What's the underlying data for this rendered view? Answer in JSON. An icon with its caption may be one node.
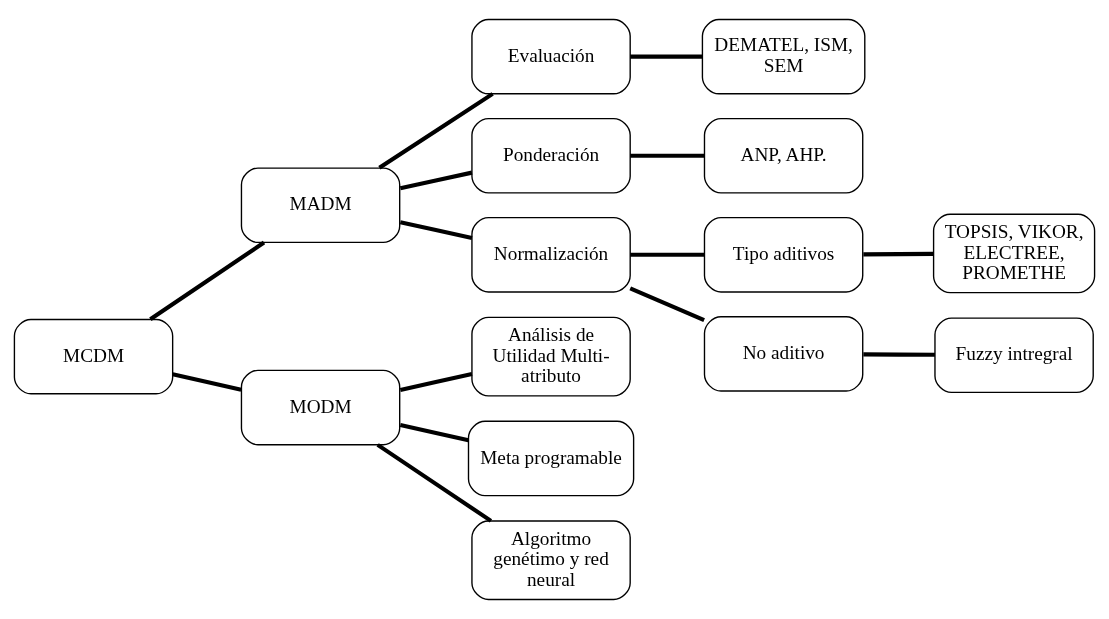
{
  "diagram": {
    "nodes": [
      {
        "text": [
          "MCDM"
        ]
      },
      {
        "text": [
          "MADM"
        ]
      },
      {
        "text": [
          "Evaluación"
        ]
      },
      {
        "text": [
          "DEMATEL, ISM, SEM"
        ]
      },
      {
        "text": [
          "Ponderación"
        ]
      },
      {
        "text": [
          "ANP, AHP."
        ]
      },
      {
        "text": [
          "Normalización"
        ]
      },
      {
        "text": [
          "Tipo aditivos"
        ]
      },
      {
        "text": [
          "TOPSIS, VIKOR, ELECTREE, PROMETHE"
        ]
      },
      {
        "text": [
          "No aditivo"
        ]
      },
      {
        "text": [
          "Fuzzy intregral"
        ]
      },
      {
        "text": [
          "MODM"
        ]
      },
      {
        "text": [
          "Análisis de Utilidad Multi-atributo"
        ]
      },
      {
        "text": [
          "Meta programable"
        ]
      },
      {
        "text": [
          "Algoritmo genétimo y red neural"
        ]
      }
    ],
    "edges": [
      {
        "from": 0,
        "to": 1,
        "arrow": "none"
      },
      {
        "from": 1,
        "to": 2,
        "arrow": "none"
      },
      {
        "from": 2,
        "to": 3,
        "arrow": "none"
      },
      {
        "from": 1,
        "to": 4,
        "arrow": "none"
      },
      {
        "from": 4,
        "to": 5,
        "arrow": "none"
      },
      {
        "from": 1,
        "to": 6,
        "arrow": "none"
      },
      {
        "from": 6,
        "to": 7,
        "arrow": "none"
      },
      {
        "from": 7,
        "to": 8,
        "arrow": "none"
      },
      {
        "from": 6,
        "to": 9,
        "arrow": "none"
      },
      {
        "from": 9,
        "to": 10,
        "arrow": "none"
      },
      {
        "from": 0,
        "to": 11,
        "arrow": "none"
      },
      {
        "from": 11,
        "to": 12,
        "arrow": "none"
      },
      {
        "from": 11,
        "to": 13,
        "arrow": "none"
      },
      {
        "from": 11,
        "to": 14,
        "arrow": "none"
      }
    ]
  }
}
